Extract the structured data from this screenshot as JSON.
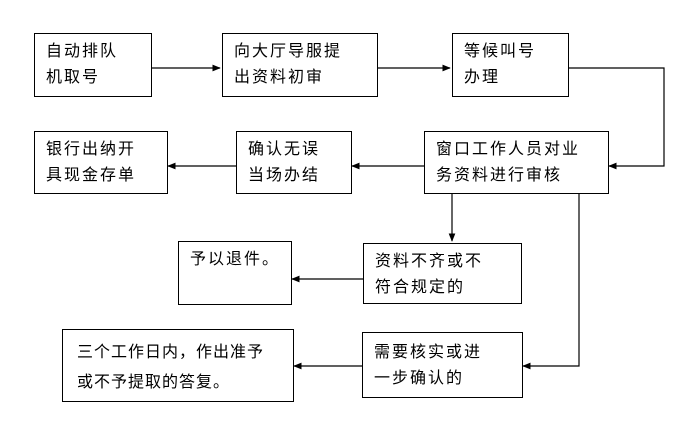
{
  "nodes": {
    "take_number": {
      "line1": "自动排队",
      "line2": "机取号"
    },
    "submit_docs": {
      "line1": "向大厅导服提",
      "line2": "出资料初审"
    },
    "wait_call": {
      "line1": "等候叫号",
      "line2": "办理"
    },
    "window_review": {
      "line1": "窗口工作人员对业",
      "line2": "务资料进行审核"
    },
    "on_site_done": {
      "line1": "确认无误",
      "line2": "当场办结"
    },
    "bank_cashier": {
      "line1": "银行出纳开",
      "line2": "具现金存单"
    },
    "incomplete": {
      "line1": "资料不齐或不",
      "line2": "符合规定的"
    },
    "return_docs": {
      "line1": "予以退件。"
    },
    "verify_more": {
      "line1": "需要核实或进",
      "line2": "一步确认的"
    },
    "reply": {
      "line1": "三个工作日内，作出准予",
      "line2": "或不予提取的答复。"
    }
  }
}
